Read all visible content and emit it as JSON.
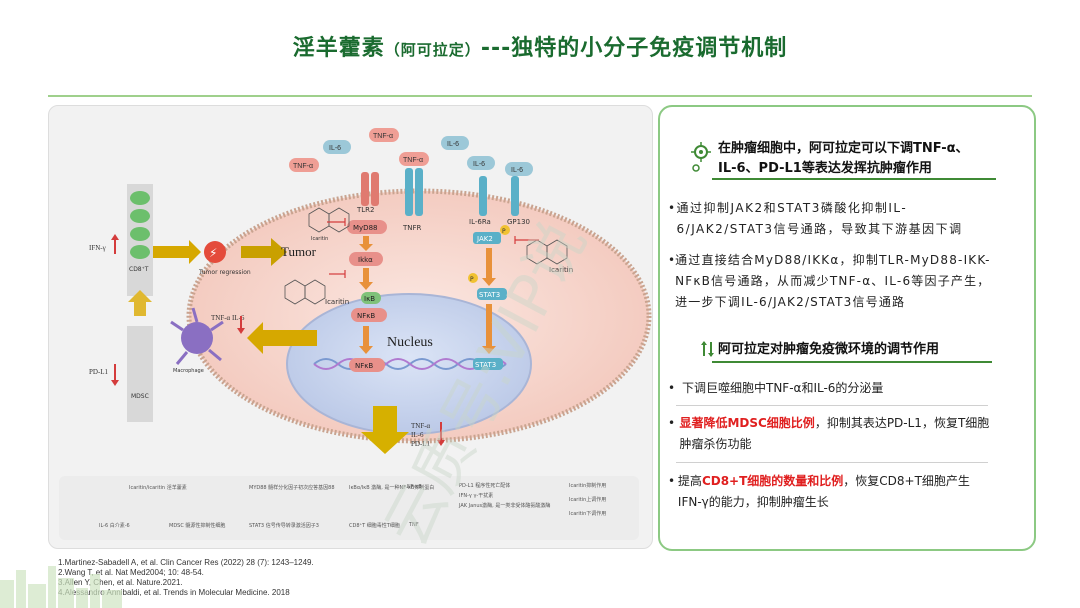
{
  "header": {
    "title_main": "淫羊藿素",
    "title_paren": "（阿可拉定）",
    "title_rest": "---独特的小分子免疫调节机制"
  },
  "diagram": {
    "labels": {
      "tnf": "TNF-α",
      "il6": "IL-6",
      "tlr2": "TLR2",
      "myd88": "MyD88",
      "ikka": "Ikkα",
      "tnfr": "TNFR",
      "il6ra": "IL-6Ra",
      "gp130": "GP130",
      "jak2": "JAK2",
      "stat3": "STAT3",
      "ikb": "IκB",
      "nfkb": "NFκB",
      "nucleus": "Nucleus",
      "tumor": "Tumor",
      "tumor_regression": "Tumor regression",
      "icaritin": "Icaritin",
      "ifn": "IFN-γ",
      "cd8": "CD8⁺T",
      "pdl1": "PD-L1",
      "mdsc": "MDSC",
      "macrophage": "Macrophage",
      "tnf_il6": "TNF-α IL-6",
      "out_tnf": "TNF-α",
      "out_il6": "IL-6",
      "out_pdl1": "PD-L1",
      "p": "P"
    },
    "legend": {
      "icaritin": "Icaritin/icaritin 淫羊藿素",
      "myd88": "MYD88 髓样分化因子初次应答基因88",
      "ikb": "IκBα/IκB 激酶, 是一种NF-κB抑制蛋白",
      "nfkb": "NF-κB",
      "pdl1": "PD-L1 程序性死亡配体",
      "ifn": "IFN-γ γ-干扰素",
      "jak": "JAK Janus激酶, 是一类非受体酪氨酸激酶",
      "inhibit": "Icaritin抑制作用",
      "up": "Icaritin上调作用",
      "down": "Icaritin下调作用",
      "il6": "IL-6 白介素-6",
      "mdsc": "MDSC 髓源性抑制性细胞",
      "stat3": "STAT3 信号传导转录激活因子3",
      "cd8": "CD8⁺T 细胞毒性T细胞",
      "tnf": "TNF"
    }
  },
  "sections": [
    {
      "heading": "在肿瘤细胞中，阿可拉定可以下调TNF-α、IL-6、PD-L1等表达发挥抗肿瘤作用",
      "heading_line1": "在肿瘤细胞中，阿可拉定可以下调TNF-α、",
      "heading_line2": "IL-6、PD-L1等表达发挥抗肿瘤作用",
      "bullets": [
        "通过抑制JAK2和STAT3磷酸化抑制IL-6/JAK2/STAT3信号通路，导致其下游基因下调",
        "通过直接结合MyD88/IKKα，抑制TLR-MyD88-IKK-NFκB信号通路，从而减少TNF-α、IL-6等因子产生，进一步下调IL-6/JAK2/STAT3信号通路"
      ]
    },
    {
      "heading": "阿可拉定对肿瘤免疫微环境的调节作用",
      "bullets": [
        "下调巨噬细胞中TNF-α和IL-6的分泌量",
        "显著降低MDSC细胞比例，抑制其表达PD-L1，恢复T细胞肿瘤杀伤功能",
        "提高CD8+T细胞的数量和比例，恢复CD8+T细胞产生IFN-γ的能力，抑制肿瘤生长"
      ],
      "b2_red": "显著降低MDSC细胞比例",
      "b2_rest": "，抑制其表达PD-L1，恢复T细胞肿瘤杀伤功能",
      "b3_pre": "提高",
      "b3_red": "CD8+T细胞的数量和比例",
      "b3_rest": "，恢复CD8+T细胞产生IFN-γ的能力，抑制肿瘤生长"
    }
  ],
  "references": [
    "1.Martinez-Sabadell A, et al. Clin Cancer Res (2022) 28 (7): 1243–1249.",
    "2.Wang T, et al. Nat Med2004; 10: 48-54.",
    "3.Allen Y, Chen, et al. Nature.2021.",
    "4.Alessandro Annibaldi, et al. Trends in Molecular Medicine. 2018"
  ],
  "watermark": "云质号:VIP说",
  "colors": {
    "title": "#1a6b2f",
    "accent_green": "#3f8a35",
    "border_green": "#8cc983",
    "highlight_red": "#e01f1f",
    "cell": "#f4cfc4",
    "nucleus": "#cdd8ef",
    "receptor_blue": "#5ab0c8",
    "receptor_red": "#e07a70",
    "arrow_gold": "#d6a800"
  }
}
